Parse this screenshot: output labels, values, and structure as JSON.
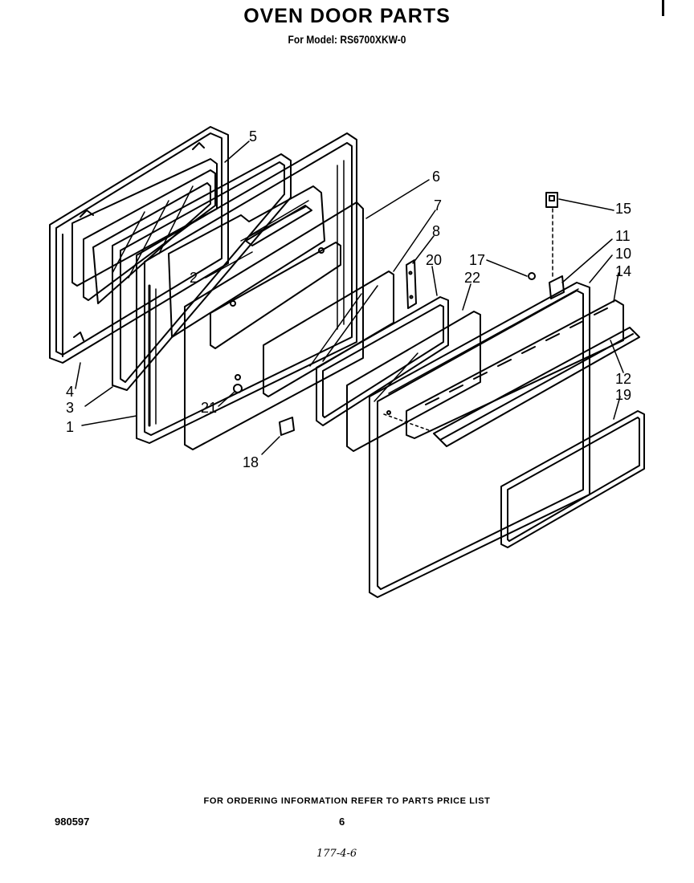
{
  "title": "OVEN DOOR PARTS",
  "subtitle": "For Model: RS6700XKW-0",
  "callouts": [
    "5",
    "6",
    "7",
    "8",
    "20",
    "22",
    "17",
    "15",
    "11",
    "10",
    "14",
    "12",
    "19",
    "2",
    "21",
    "18",
    "4",
    "3",
    "1"
  ],
  "footer": {
    "ordering_note": "FOR ORDERING INFORMATION REFER TO PARTS PRICE LIST",
    "doc_number": "980597",
    "page_number": "6",
    "handwritten_note": "177-4-6"
  },
  "colors": {
    "ink": "#000000",
    "paper": "#ffffff"
  }
}
